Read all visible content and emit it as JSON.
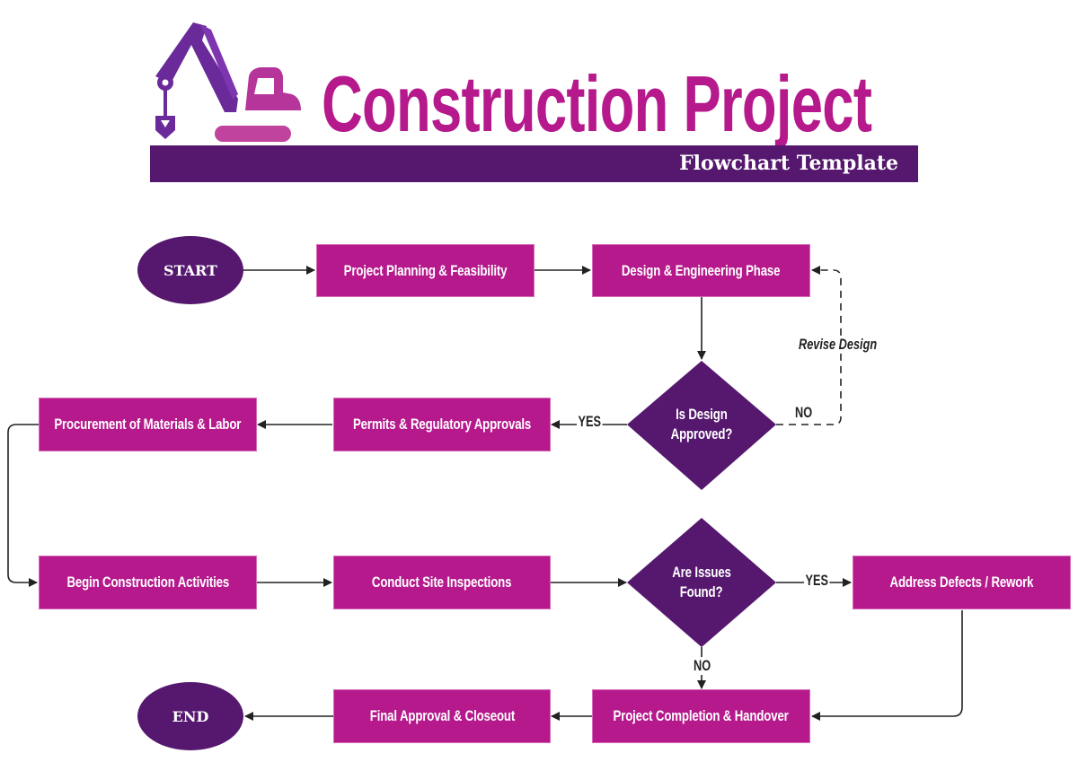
{
  "header": {
    "title": "Construction Project",
    "subtitle": "Flowchart Template",
    "logo_icon": "excavator-icon"
  },
  "colors": {
    "box_fill": "#b5198c",
    "terminal_fill": "#55186e",
    "decision_fill": "#55186e",
    "banner_fill": "#55186e",
    "title_color": "#b5198c",
    "connector": "#222222"
  },
  "terminals": {
    "start": "START",
    "end": "END"
  },
  "steps": {
    "planning": "Project Planning & Feasibility",
    "design": "Design & Engineering Phase",
    "permits": "Permits & Regulatory Approvals",
    "procurement": "Procurement of Materials & Labor",
    "construction": "Begin Construction Activities",
    "inspections": "Conduct Site Inspections",
    "rework": "Address Defects / Rework",
    "completion": "Project Completion & Handover",
    "closeout": "Final Approval & Closeout"
  },
  "decisions": {
    "design_approved": {
      "line1": "Is Design",
      "line2": "Approved?"
    },
    "issues_found": {
      "line1": "Are Issues",
      "line2": "Found?"
    }
  },
  "edge_labels": {
    "design_yes": "YES",
    "design_no": "NO",
    "revise": "Revise Design",
    "issues_yes": "YES",
    "issues_no": "NO"
  }
}
